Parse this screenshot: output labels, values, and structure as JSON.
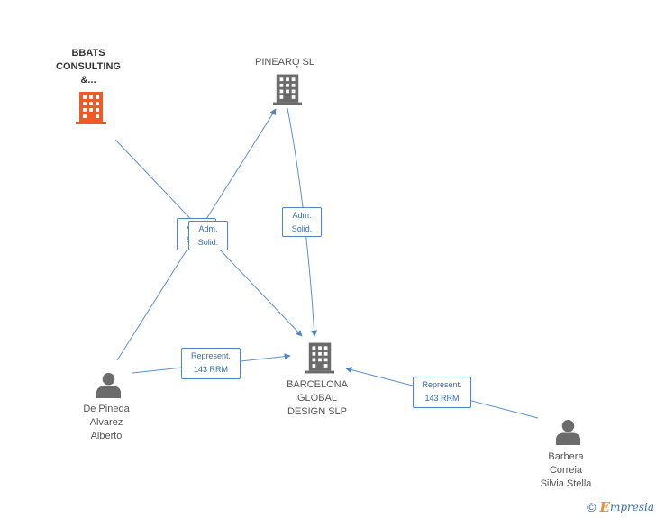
{
  "nodes": {
    "bbats": {
      "lines": [
        "BBATS",
        "CONSULTING",
        "&..."
      ],
      "icon": "building-icon",
      "color": "#f05a28"
    },
    "pinearq": {
      "lines": [
        "PINEARQ SL"
      ],
      "icon": "building-icon",
      "color": "#6b6b6b"
    },
    "barcelona": {
      "lines": [
        "BARCELONA",
        "GLOBAL",
        "DESIGN SLP"
      ],
      "icon": "building-icon",
      "color": "#6b6b6b"
    },
    "depineda": {
      "lines": [
        "De Pineda",
        "Alvarez",
        "Alberto"
      ],
      "icon": "person-icon",
      "color": "#6b6b6b"
    },
    "barbera": {
      "lines": [
        "Barbera",
        "Correia",
        "Silvia Stella"
      ],
      "icon": "person-icon",
      "color": "#6b6b6b"
    }
  },
  "edges": {
    "hidden_label": [
      "Adm.",
      "Solid."
    ],
    "admsolid_left": [
      "Adm.",
      "Solid."
    ],
    "admsolid_pinearq": [
      "Adm.",
      "Solid."
    ],
    "represent_left": [
      "Represent.",
      "143 RRM"
    ],
    "represent_right": [
      "Represent.",
      "143 RRM"
    ]
  },
  "colors": {
    "edge": "#4a86c8",
    "line": "#5b8fd0"
  },
  "footer": {
    "copyright": "©",
    "brand_e": "E",
    "brand_rest": "mpresia"
  }
}
